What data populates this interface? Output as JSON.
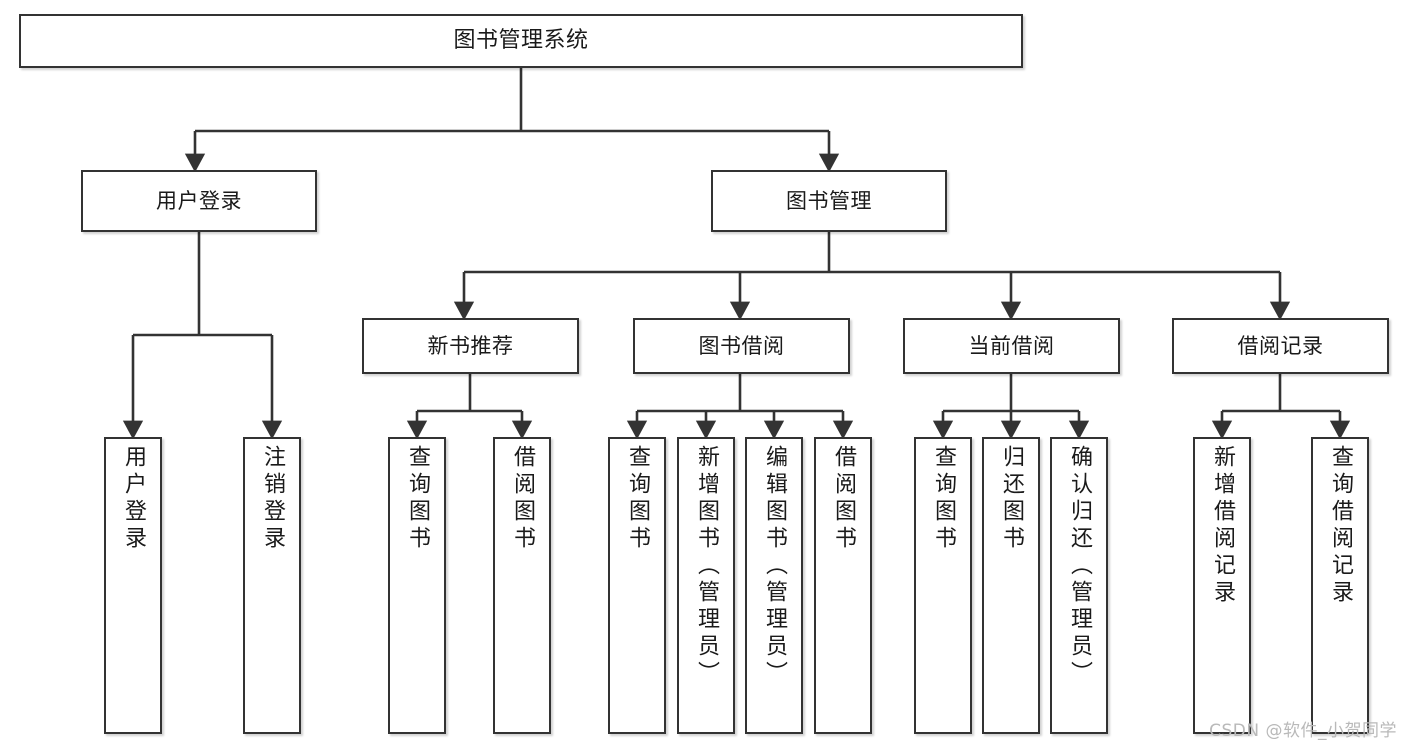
{
  "diagram": {
    "title": "图书管理系统",
    "type": "functional-structure-tree",
    "root": {
      "label": "图书管理系统"
    },
    "level2": [
      {
        "label": "用户登录"
      },
      {
        "label": "图书管理"
      }
    ],
    "level3": [
      {
        "label": "新书推荐"
      },
      {
        "label": "图书借阅"
      },
      {
        "label": "当前借阅"
      },
      {
        "label": "借阅记录"
      }
    ],
    "leaves": {
      "user_login": [
        "用户登录",
        "注销登录"
      ],
      "new_book_recommend": [
        "查询图书",
        "借阅图书"
      ],
      "book_borrow": [
        "查询图书",
        "新增图书（管理员）",
        "编辑图书（管理员）",
        "借阅图书"
      ],
      "current_borrow": [
        "查询图书",
        "归还图书",
        "确认归还（管理员）"
      ],
      "borrow_record": [
        "新增借阅记录",
        "查询借阅记录"
      ]
    }
  },
  "watermark": {
    "text": "CSDN @软件_小贺同学"
  },
  "colors": {
    "border": "#333333",
    "background": "#ffffff",
    "text": "#1a1a1a",
    "watermark": "#b9b9b9"
  }
}
